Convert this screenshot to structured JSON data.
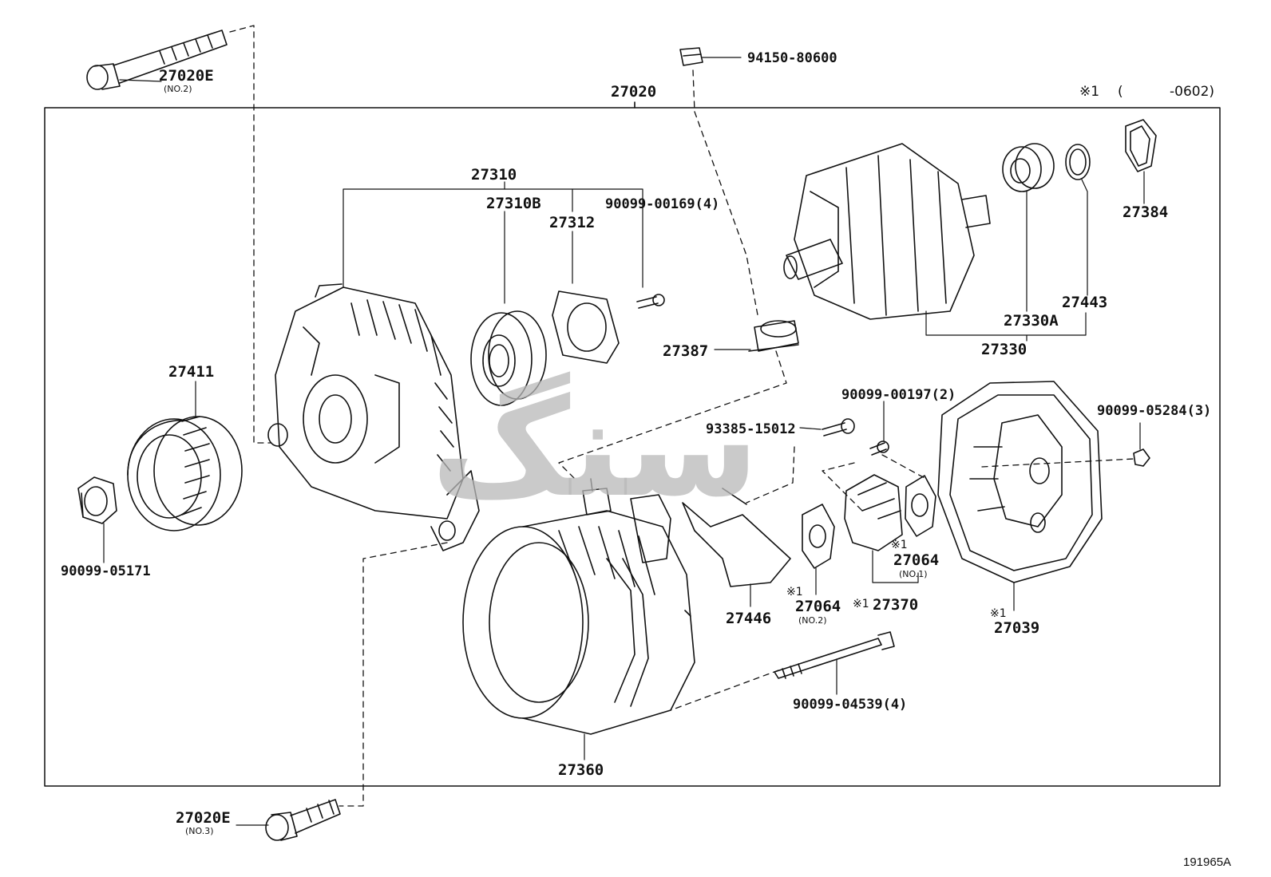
{
  "assembly": {
    "part_no": "27020"
  },
  "footnote": {
    "mark": "※1",
    "open": "(",
    "range": "-0602)"
  },
  "drawing_code": "191965A",
  "watermark_glyphs": "سنگ",
  "parts": [
    {
      "id": "bolt_top",
      "no": "27020E",
      "sub": "(NO.2)"
    },
    {
      "id": "bolt_bottom",
      "no": "27020E",
      "sub": "(NO.3)"
    },
    {
      "id": "cap",
      "no": "94150-80600"
    },
    {
      "id": "frame_group",
      "no": "27310"
    },
    {
      "id": "frame",
      "no": "27310B"
    },
    {
      "id": "plate",
      "no": "27312"
    },
    {
      "id": "screw_a",
      "no": "90099-00169(4)"
    },
    {
      "id": "pulley",
      "no": "27411"
    },
    {
      "id": "nut",
      "no": "90099-05171"
    },
    {
      "id": "insulator",
      "no": "27387"
    },
    {
      "id": "rotor_assy",
      "no": "27330"
    },
    {
      "id": "rotor_bearing",
      "no": "27330A"
    },
    {
      "id": "bearing_cover",
      "no": "27443"
    },
    {
      "id": "seal",
      "no": "27384"
    },
    {
      "id": "screw_b",
      "no": "90099-00197(2)"
    },
    {
      "id": "terminal_screw",
      "no": "93385-15012"
    },
    {
      "id": "nut_b",
      "no": "90099-05284(3)"
    },
    {
      "id": "regulator_cover",
      "no": "27446"
    },
    {
      "id": "gasket_no2",
      "no": "27064",
      "sub": "(NO.2)",
      "mark": "※1"
    },
    {
      "id": "gasket_no1",
      "no": "27064",
      "sub": "(NO.1)",
      "mark": "※1"
    },
    {
      "id": "brush_holder",
      "no": "27370",
      "mark": "※1"
    },
    {
      "id": "rear_cover",
      "no": "27039",
      "mark": "※1"
    },
    {
      "id": "through_bolt",
      "no": "90099-04539(4)"
    },
    {
      "id": "stator",
      "no": "27360"
    }
  ]
}
